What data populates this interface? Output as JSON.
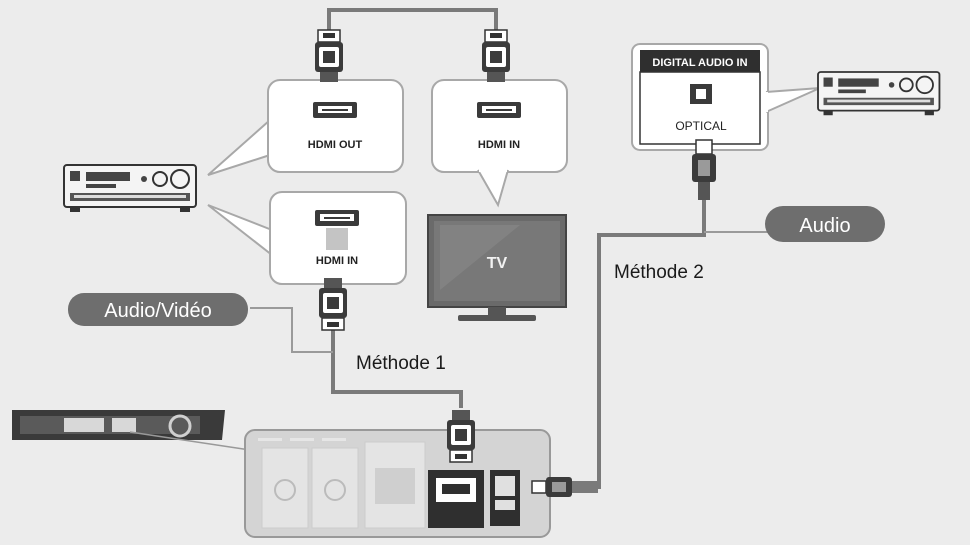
{
  "labels": {
    "hdmi_out": "HDMI OUT",
    "hdmi_in_tv": "HDMI IN",
    "hdmi_in_receiver": "HDMI IN",
    "digital_audio_in": "DIGITAL AUDIO IN",
    "optical": "OPTICAL",
    "tv": "TV",
    "method_1": "Méthode 1",
    "method_2": "Méthode 2",
    "audio_video": "Audio/Vidéo",
    "audio": "Audio"
  },
  "colors": {
    "background": "#ececec",
    "callout_fill": "#ffffff",
    "callout_stroke": "#a8a8a8",
    "pill": "#6e6e6e",
    "cable": "#7a7a7a",
    "tv_body": "#6a6a6a"
  },
  "icons": [
    "av-receiver-icon",
    "hdmi-plug-icon",
    "optical-plug-icon",
    "tv-icon",
    "blu-ray-player-icon"
  ]
}
